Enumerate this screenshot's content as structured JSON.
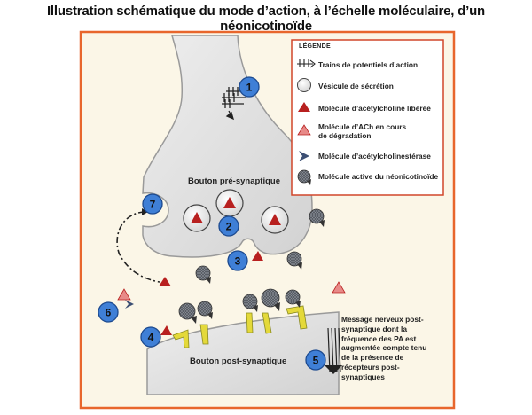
{
  "title": "Illustration schématique du mode d’action, à l’échelle moléculaire, d’un néonicotinoïde",
  "legend": {
    "title": "LÉGENDE",
    "items": [
      {
        "icon": "action-potential-train-icon",
        "label": "Trains de potentiels d’action"
      },
      {
        "icon": "secretion-vesicle-icon",
        "label": "Vésicule de sécrétion"
      },
      {
        "icon": "acetylcholine-molecule-icon",
        "label": "Molécule d’acétylcholine libérée"
      },
      {
        "icon": "degrading-ach-molecule-icon",
        "label": "Molécule d’ACh en cours de dégradation"
      },
      {
        "icon": "acetylcholinesterase-icon",
        "label": "Molécule d’acétylcholinestérase"
      },
      {
        "icon": "neonicotinoid-molecule-icon",
        "label": "Molécule active du néonicotinoïde"
      }
    ]
  },
  "labels": {
    "presynaptic": "Bouton pré-synaptique",
    "postsynaptic": "Bouton post-synaptique",
    "message": "Message nerveux post-synaptique dont la fréquence des PA est augmentée compte tenu de la présence de récepteurs post-synaptiques"
  },
  "markers": [
    "1",
    "2",
    "3",
    "4",
    "5",
    "6",
    "7"
  ],
  "colors": {
    "background": "#fbf6e7",
    "frame": "#e8662c",
    "marker_fill": "#3f7fd6",
    "acetylcholine": "#b8201f",
    "degrading": "#e88a88",
    "neonicotinoid": "#555a62",
    "receptor": "#e4d93a"
  }
}
